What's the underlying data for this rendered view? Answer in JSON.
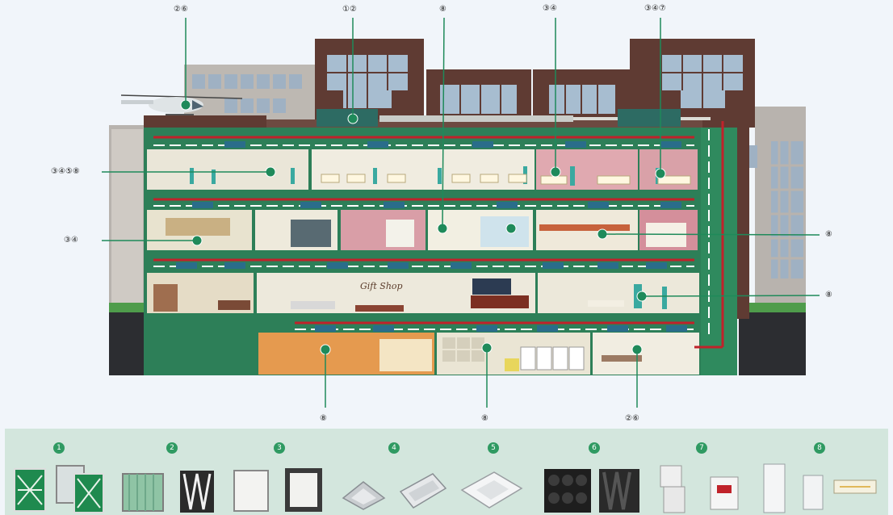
{
  "colors": {
    "background": "#f1f5fa",
    "legend_band": "#d3e6dd",
    "duct_green": "#2d7f58",
    "supply_red": "#c0222a",
    "return_white": "#ffffff",
    "brick": "#5f3b33",
    "marker_green": "#1f8a5a"
  },
  "callouts": {
    "top_heli": "②⑥",
    "top_ahu1": "①②",
    "top_center": "⑧",
    "top_room34": "③④",
    "top_right": "③④⑦",
    "left_floor3": "③④⑤⑧",
    "left_floor2": "③④",
    "right_floor2": "⑧",
    "right_floor1": "⑧",
    "bottom_left": "⑧",
    "bottom_center": "⑧",
    "bottom_right": "②⑥"
  },
  "signs": {
    "gift_shop": "Gift Shop"
  },
  "legend": {
    "groups": [
      {
        "number": "1",
        "items": [
          "green-panel-filter-icon",
          "green-panel-filter-pair-icon"
        ]
      },
      {
        "number": "2",
        "items": [
          "bag-filter-icon",
          "v-bank-filter-icon"
        ]
      },
      {
        "number": "3",
        "items": [
          "hepa-panel-filter-icon",
          "hepa-box-filter-icon"
        ]
      },
      {
        "number": "4",
        "items": [
          "ceiling-diffuser-icon",
          "hepa-terminal-box-icon"
        ]
      },
      {
        "number": "5",
        "items": [
          "fan-filter-unit-icon"
        ]
      },
      {
        "number": "6",
        "items": [
          "carbon-cylinder-filter-icon",
          "carbon-v-bank-filter-icon"
        ]
      },
      {
        "number": "7",
        "items": [
          "dust-collector-icon",
          "portable-air-purifier-icon"
        ]
      },
      {
        "number": "8",
        "items": [
          "tower-air-purifier-icon",
          "compact-air-purifier-icon",
          "duct-sterilizer-icon"
        ]
      }
    ]
  }
}
